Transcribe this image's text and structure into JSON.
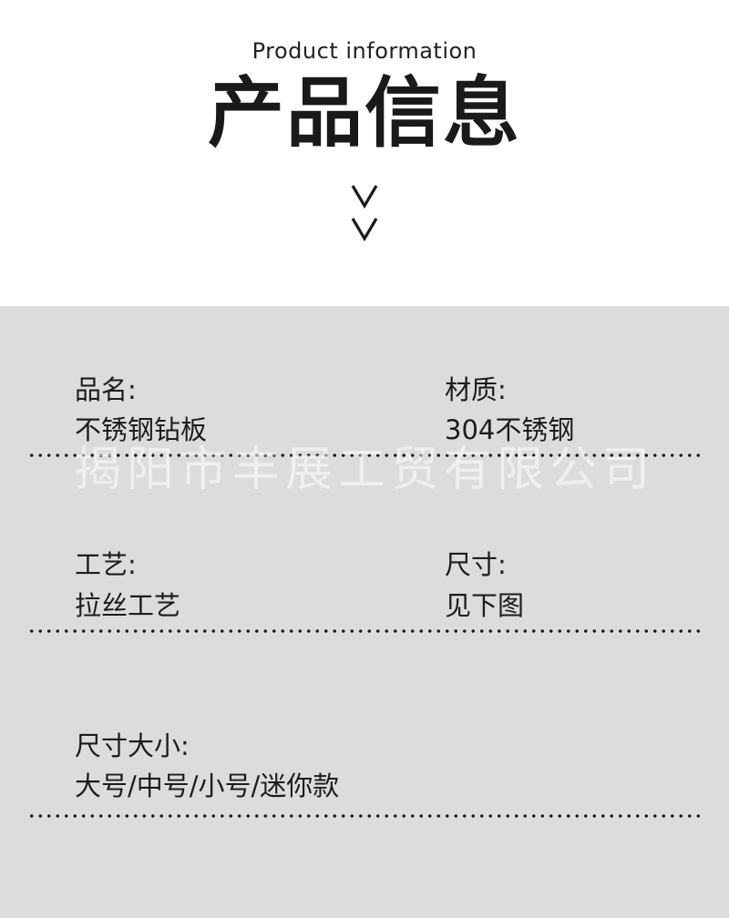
{
  "header": {
    "subtitle": "Product information",
    "title": "产品信息",
    "chevron_icon": "chevron-down-icon"
  },
  "info": {
    "name_label": "品名:",
    "name_value": "不锈钢钻板",
    "material_label": "材质:",
    "material_value": "304不锈钢",
    "craft_label": "工艺:",
    "craft_value": "拉丝工艺",
    "size_label": "尺寸:",
    "size_value": "见下图",
    "dimensions_label": "尺寸大小:",
    "dimensions_value": "大号/中号/小号/迷你款"
  },
  "watermark": "揭阳市丰展工贸有限公司",
  "colors": {
    "panel_background": "#dcdcdc",
    "text": "#1a1a1a",
    "page_background": "#ffffff"
  }
}
